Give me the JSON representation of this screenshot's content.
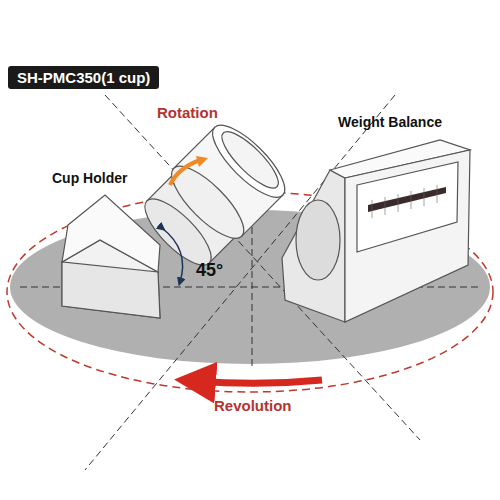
{
  "diagram": {
    "title": "SH-PMC350(1 cup)",
    "labels": [
      "Rotation",
      "Weight Balance",
      "Cup Holder",
      "45°",
      "Revolution"
    ]
  }
}
